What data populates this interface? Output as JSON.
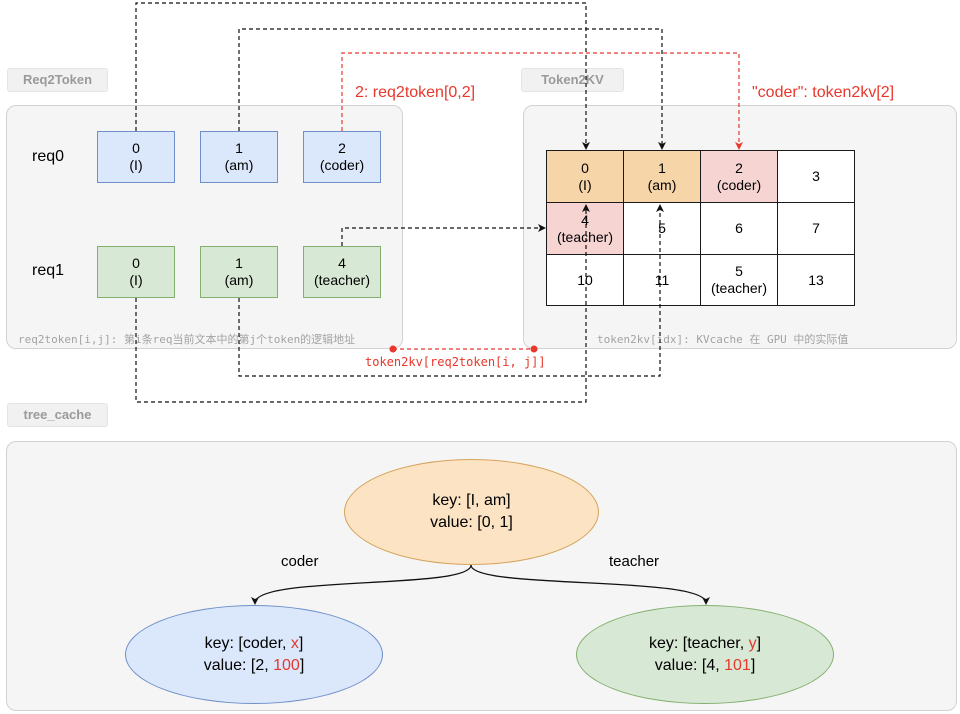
{
  "req2token": {
    "tag": "Req2Token",
    "caption": "req2token[i,j]: 第i条req当前文本中的第j个token的逻辑地址",
    "req0": {
      "label": "req0",
      "cells": [
        {
          "n": "0",
          "t": "(I)"
        },
        {
          "n": "1",
          "t": "(am)"
        },
        {
          "n": "2",
          "t": "(coder)"
        }
      ]
    },
    "req1": {
      "label": "req1",
      "cells": [
        {
          "n": "0",
          "t": "(I)"
        },
        {
          "n": "1",
          "t": "(am)"
        },
        {
          "n": "4",
          "t": "(teacher)"
        }
      ]
    },
    "annotation": "2: req2token[0,2]"
  },
  "token2kv": {
    "tag": "Token2KV",
    "caption": "token2kv[idx]: KVcache 在 GPU 中的实际值",
    "annotation": "\"coder\": token2kv[2]",
    "lookup": "token2kv[req2token[i, j]]",
    "rows": [
      [
        {
          "n": "0",
          "t": "(I)"
        },
        {
          "n": "1",
          "t": "(am)"
        },
        {
          "n": "2",
          "t": "(coder)"
        },
        {
          "n": "3",
          "t": ""
        }
      ],
      [
        {
          "n": "4",
          "t": "(teacher)"
        },
        {
          "n": "5",
          "t": ""
        },
        {
          "n": "6",
          "t": ""
        },
        {
          "n": "7",
          "t": ""
        }
      ],
      [
        {
          "n": "10",
          "t": ""
        },
        {
          "n": "11",
          "t": ""
        },
        {
          "n": "5",
          "t": "(teacher)"
        },
        {
          "n": "13",
          "t": ""
        }
      ]
    ]
  },
  "tree_cache": {
    "tag": "tree_cache",
    "root": {
      "key": "key: [I, am]",
      "value": "value: [0, 1]"
    },
    "left_edge": "coder",
    "right_edge": "teacher",
    "left": {
      "key_prefix": "key: [coder, ",
      "key_red": "x",
      "key_suffix": "]",
      "value_prefix": "value: [2, ",
      "value_red": "100",
      "value_suffix": "]"
    },
    "right": {
      "key_prefix": "key: [teacher, ",
      "key_red": "y",
      "key_suffix": "]",
      "value_prefix": "value: [4, ",
      "value_red": "101",
      "value_suffix": "]"
    }
  },
  "colors": {
    "blue_fill": "#dbe7fb",
    "green_fill": "#d7e8d4",
    "orange_fill": "#f6d6a8",
    "pink_fill": "#f6d4d2",
    "accent_red": "#e8372c"
  }
}
